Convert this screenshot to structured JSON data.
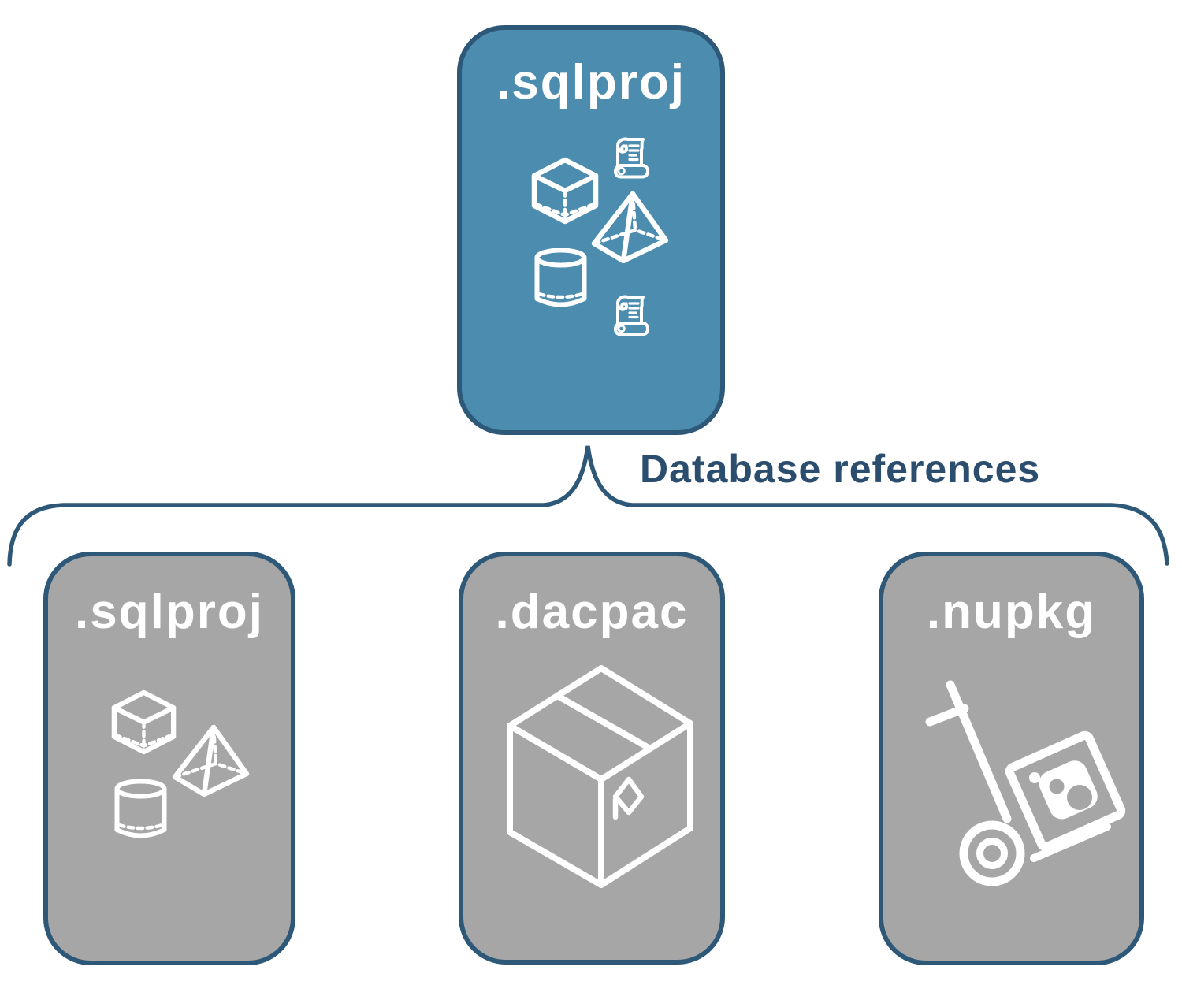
{
  "diagram": {
    "root": {
      "label": ".sqlproj",
      "icons": [
        "cube-icon",
        "scroll-icon",
        "pyramid-icon",
        "cylinder-icon",
        "scroll-icon"
      ]
    },
    "connector": {
      "label": "Database references"
    },
    "children": [
      {
        "label": ".sqlproj",
        "icons": [
          "cube-icon",
          "pyramid-icon",
          "cylinder-icon"
        ]
      },
      {
        "label": ".dacpac",
        "icons": [
          "package-box-icon"
        ]
      },
      {
        "label": ".nupkg",
        "icons": [
          "hand-truck-package-icon"
        ]
      }
    ],
    "colors": {
      "root_fill": "#4b8caf",
      "child_fill": "#a6a6a6",
      "border": "#2e5878",
      "connector": "#2e5878",
      "label_text": "#ffffff",
      "connector_label_text": "#2b4d6e",
      "icon_stroke": "#ffffff",
      "background": "#ffffff"
    }
  }
}
